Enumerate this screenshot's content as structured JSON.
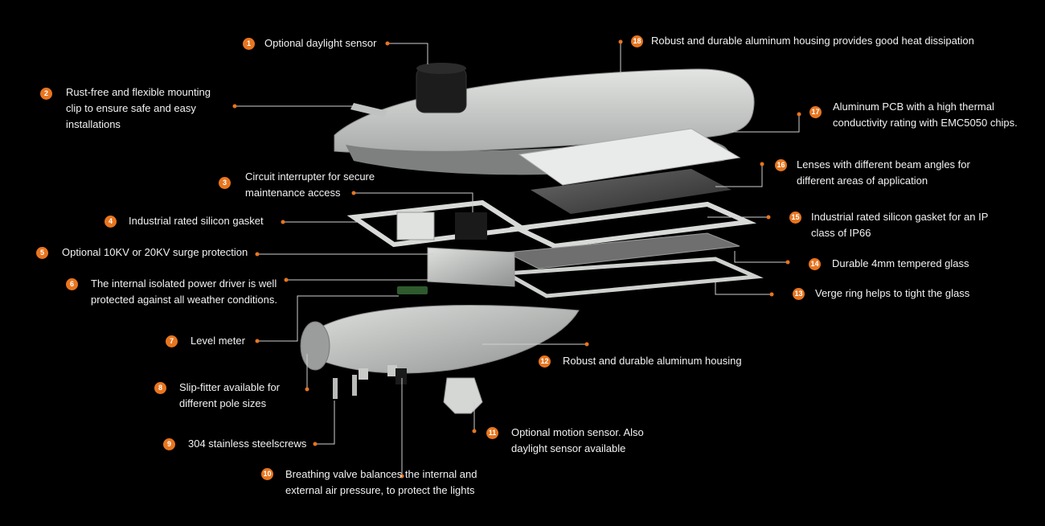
{
  "callouts": [
    {
      "num": "1",
      "text": "Optional daylight sensor"
    },
    {
      "num": "2",
      "text": "Rust-free and flexible mounting clip to ensure safe and easy installations"
    },
    {
      "num": "3",
      "text": "Circuit interrupter for secure maintenance access"
    },
    {
      "num": "4",
      "text": "Industrial rated silicon gasket"
    },
    {
      "num": "5",
      "text": "Optional 10KV or 20KV surge protection"
    },
    {
      "num": "6",
      "text": "The internal isolated power driver is well protected against all weather conditions."
    },
    {
      "num": "7",
      "text": "Level meter"
    },
    {
      "num": "8",
      "text": "Slip-fitter available for different pole sizes"
    },
    {
      "num": "9",
      "text": "304 stainless steelscrews"
    },
    {
      "num": "10",
      "text": "Breathing valve balances the internal and external air pressure, to protect the lights"
    },
    {
      "num": "11",
      "text": "Optional motion sensor. Also daylight sensor available"
    },
    {
      "num": "12",
      "text": "Robust and durable aluminum housing"
    },
    {
      "num": "13",
      "text": "Verge ring helps to tight the glass"
    },
    {
      "num": "14",
      "text": "Durable 4mm tempered glass"
    },
    {
      "num": "15",
      "text": "Industrial rated silicon gasket for an IP class of IP66"
    },
    {
      "num": "16",
      "text": "Lenses with different beam angles for different areas of application"
    },
    {
      "num": "17",
      "text": "Aluminum PCB with a high thermal conductivity rating with EMC5050 chips."
    },
    {
      "num": "18",
      "text": "Robust and durable aluminum housing provides good heat dissipation"
    }
  ],
  "colors": {
    "accent": "#e8751f",
    "background": "#000000",
    "housing": "#c9ccca"
  }
}
